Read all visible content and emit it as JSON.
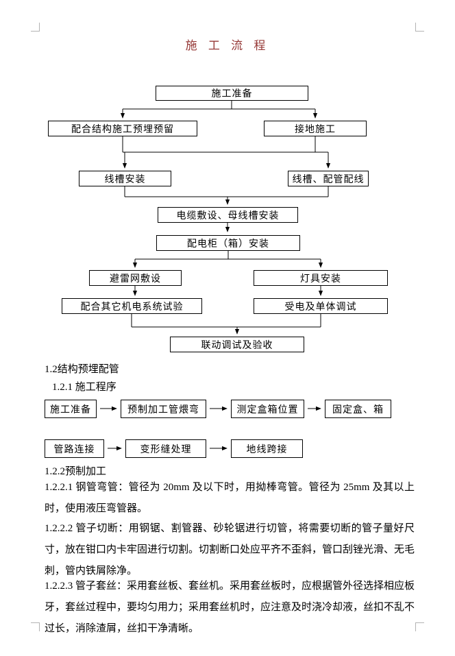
{
  "page": {
    "title": "施 工 流 程"
  },
  "colors": {
    "title": "#953735",
    "text": "#000000",
    "box_border": "#000000",
    "boundary_mark": "#b3b3b3"
  },
  "flowchart": {
    "nodes": {
      "prep": "施工准备",
      "embed": "配合结构施工预埋预留",
      "ground": "接地施工",
      "tray": "线槽安装",
      "conduit": "线槽、配管配线",
      "cable": "电缆敷设、母线槽安装",
      "cabinet": "配电柜（箱）安装",
      "lightning": "避雷网敷设",
      "lamp": "灯具安装",
      "mep_test": "配合其它机电系统试验",
      "power_test": "受电及单体调试",
      "joint_test": "联动调试及验收"
    }
  },
  "sections": {
    "s12": "1.2结构预埋配管",
    "s121": "1.2.1 施工程序",
    "row1": [
      "施工准备",
      "预制加工管煨弯",
      "测定盒箱位置",
      "固定盒、箱"
    ],
    "row2": [
      "管路连接",
      "变形缝处理",
      "地线跨接"
    ],
    "s122": "1.2.2预制加工",
    "p1": "1.2.2.1 钢管弯管：管径为 20mm 及以下时，用拗棒弯管。管径为 25mm 及其以上时，使用液压弯管器。",
    "p2": "1.2.2.2 管子切断：用钢锯、割管器、砂轮锯进行切管，将需要切断的管子量好尺寸，放在钳口内卡牢固进行切割。切割断口处应平齐不歪斜，管口刮锉光滑、无毛刺，管内铁屑除净。",
    "p3": "1.2.2.3 管子套丝：采用套丝板、套丝机。采用套丝板时，应根据管外径选择相应板牙，套丝过程中，要均匀用力；采用套丝机时，应注意及时浇冷却液，丝扣不乱不过长，消除渣屑，丝扣干净清晰。"
  }
}
